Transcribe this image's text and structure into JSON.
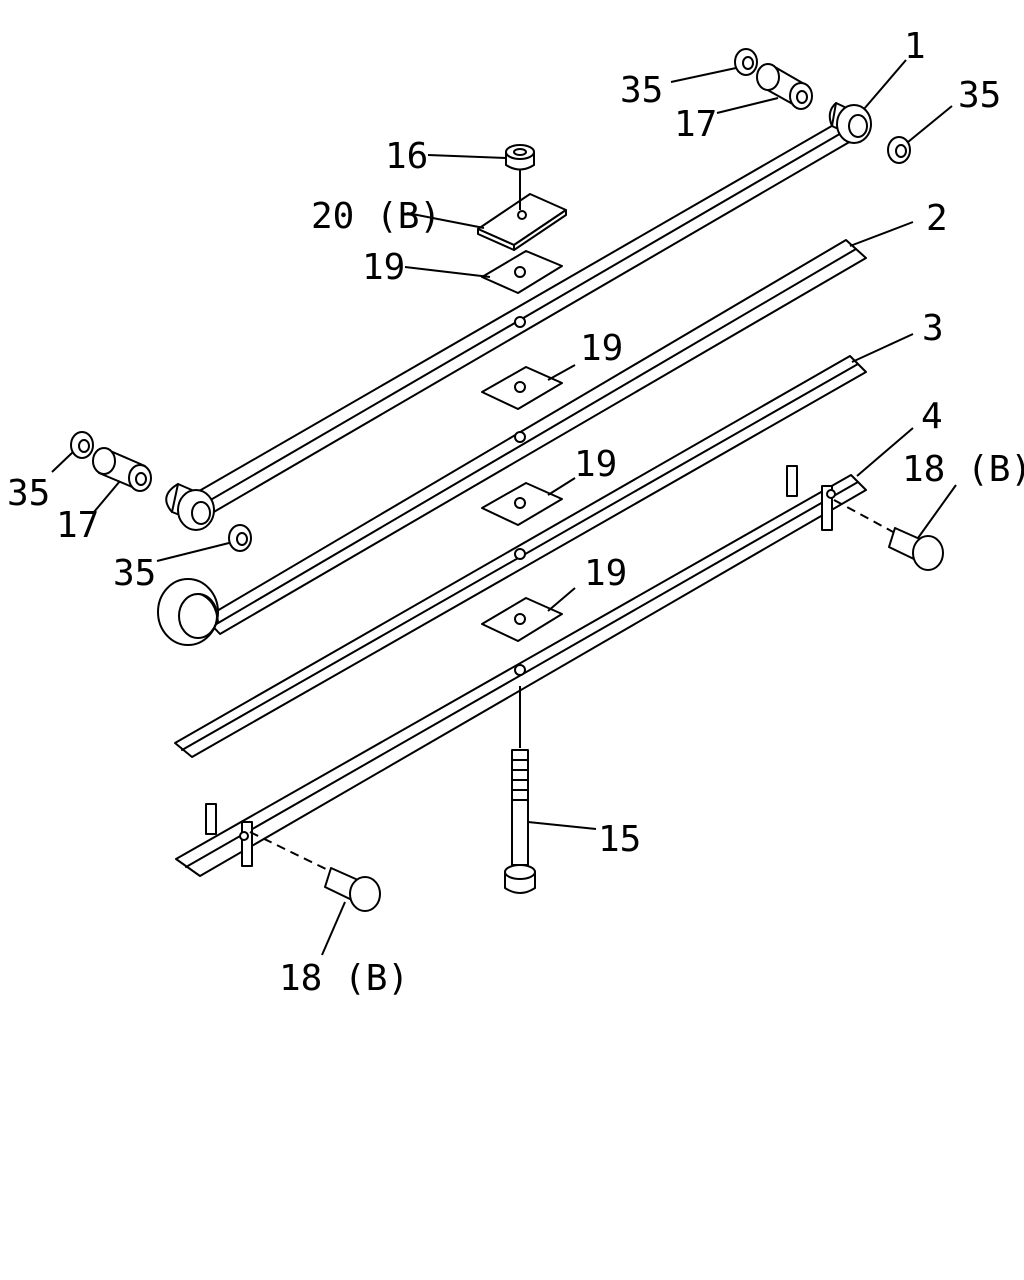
{
  "colors": {
    "ink": "#000000",
    "paper": "#ffffff"
  },
  "callouts": {
    "leaf_1": "1",
    "leaf_2": "2",
    "leaf_3": "3",
    "leaf_4": "4",
    "nut": "16",
    "plate": "20 (B)",
    "insert_top": "19",
    "insert_leaf1": "19",
    "insert_leaf2": "19",
    "insert_leaf3": "19",
    "washer_top_left": "35",
    "washer_top_right": "35",
    "washer_left": "35",
    "washer_bottom": "35",
    "bushing_top": "17",
    "bushing_left": "17",
    "center_bolt": "15",
    "clip_bolt_right": "18 (B)",
    "clip_bolt_left": "18 (B)"
  }
}
